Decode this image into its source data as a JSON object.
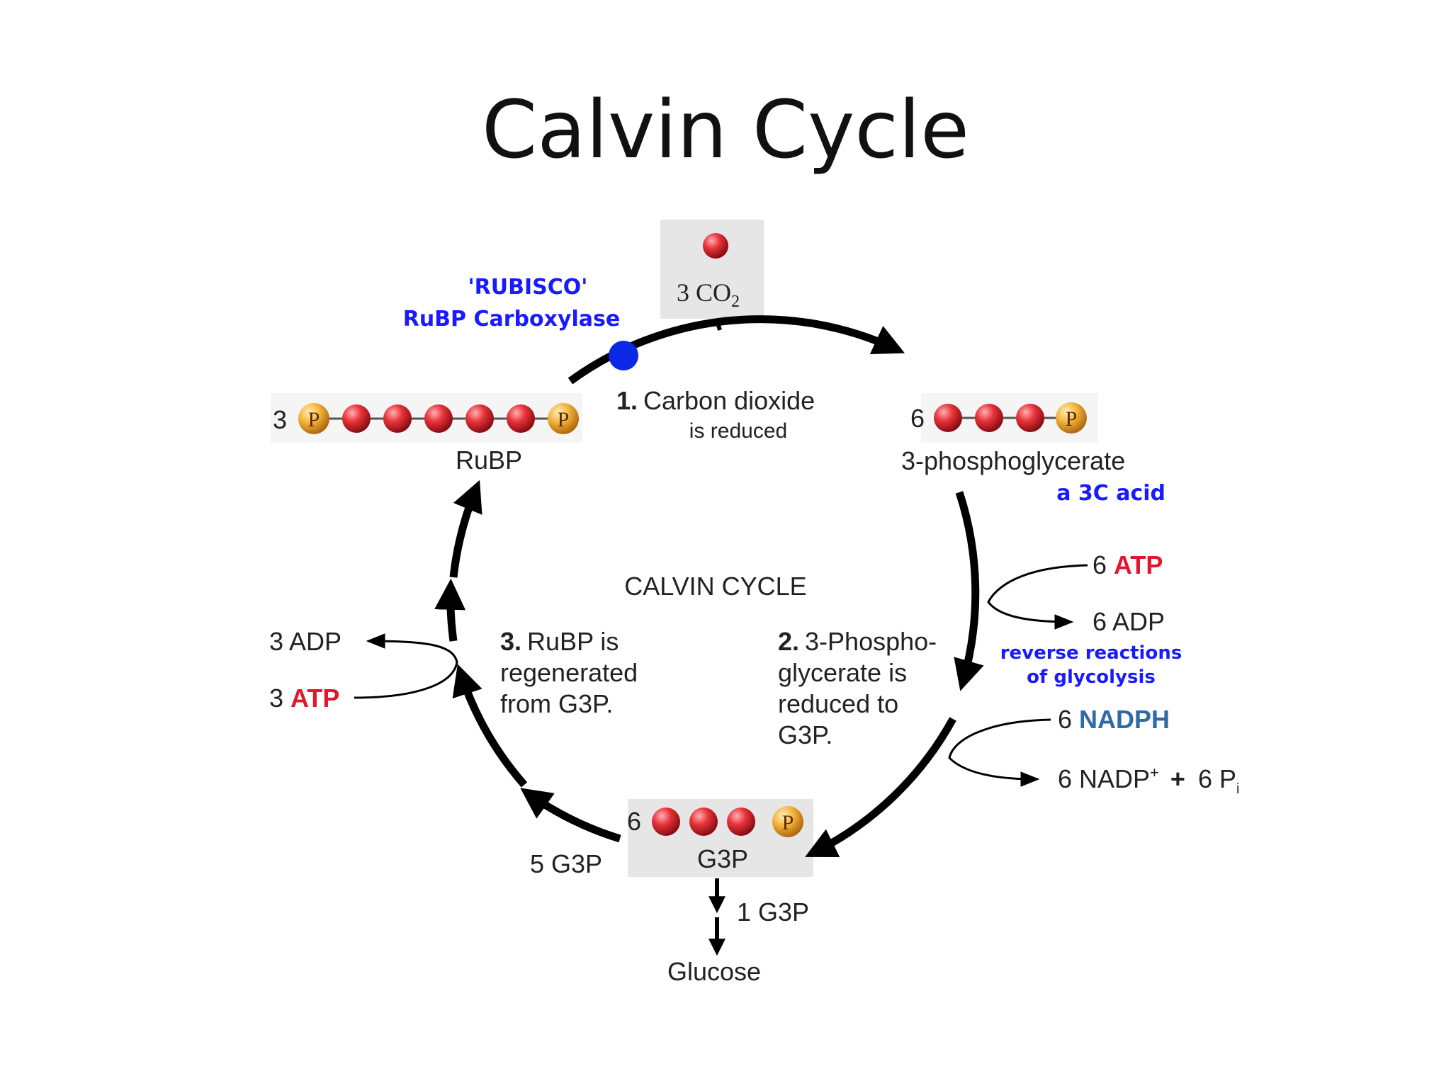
{
  "slide": {
    "title": "Calvin Cycle"
  },
  "diagram": {
    "co2": {
      "label": "3 CO",
      "sub": "2"
    },
    "rubisco": {
      "line1": "'RUBISCO'",
      "line2": "RuBP Carboxylase"
    },
    "rubp": {
      "count": "3",
      "name": "RuBP"
    },
    "pga": {
      "count": "6",
      "name": "3-phosphoglycerate",
      "note": "a 3C acid"
    },
    "step1": {
      "num": "1.",
      "line1": "Carbon dioxide",
      "line2": "is reduced"
    },
    "step2": {
      "num": "2.",
      "line1": "3-Phospho-",
      "line2": "glycerate is",
      "line3": "reduced to",
      "line4": "G3P."
    },
    "step3": {
      "num": "3.",
      "line1": "RuBP is",
      "line2": "regenerated",
      "line3": "from G3P."
    },
    "center": "CALVIN CYCLE",
    "right_inputs": {
      "atp_count": "6 ",
      "atp": "ATP",
      "adp": "6 ADP",
      "note1": "reverse reactions",
      "note2": "of glycolysis",
      "nadph_count": "6 ",
      "nadph": "NADPH",
      "nadp": "6 NADP",
      "nadp_sup": "+",
      "plus": "+",
      "pi": "6 P",
      "pi_sub": "i"
    },
    "left_inputs": {
      "adp": "3 ADP",
      "atp_count": "3 ",
      "atp": "ATP"
    },
    "g3p": {
      "count": "6",
      "name": "G3P",
      "recycled": "5 G3P",
      "exported": "1 G3P",
      "product": "Glucose"
    },
    "phosphate_symbol": "P"
  },
  "colors": {
    "carbon": "#e8333a",
    "phosphate": "#f2b13a",
    "rubisco_dot": "#0a28e6",
    "label_blue": "#1a1aff",
    "atp_red": "#e0182d",
    "nadph_blue": "#2f6aa7",
    "box_gray": "#e6e6e6"
  }
}
